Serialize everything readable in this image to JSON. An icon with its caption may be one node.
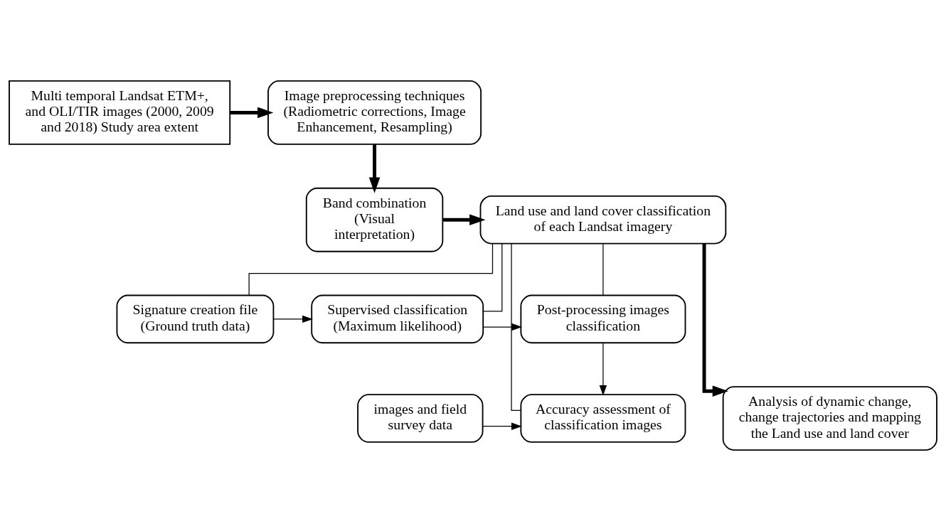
{
  "diagram": {
    "nodes": [
      {
        "text": [
          "Multi temporal Landsat ETM+, and OLI/TIR images (2000, 2009 and 2018) Study area extent"
        ]
      },
      {
        "text": [
          "Image preprocessing techniques (Radiometric corrections, Image Enhancement, Resampling)"
        ]
      },
      {
        "text": [
          "Band combination (Visual interpretation)"
        ]
      },
      {
        "text": [
          "Land use and land cover classification of each Landsat imagery"
        ]
      },
      {
        "text": [
          "Signature creation file (Ground truth data)"
        ]
      },
      {
        "text": [
          "Supervised classification (Maximum likelihood)"
        ]
      },
      {
        "text": [
          "Post-processing images classification"
        ]
      },
      {
        "text": [
          "Analysis of dynamic change, change trajectories and mapping the Land use and land cover"
        ]
      },
      {
        "text": [
          "images and field survey data"
        ]
      },
      {
        "text": [
          "Accuracy assessment of classification images"
        ]
      }
    ],
    "edges": [
      {
        "from": 0,
        "to": 1,
        "arrow": "to",
        "style": "thick"
      },
      {
        "from": 1,
        "to": 2,
        "arrow": "to",
        "style": "thick"
      },
      {
        "from": 2,
        "to": 3,
        "arrow": "to",
        "style": "thick"
      },
      {
        "from": 3,
        "to": 7,
        "arrow": "to",
        "style": "thick"
      },
      {
        "from": 3,
        "to": 4,
        "arrow": "none"
      },
      {
        "from": 3,
        "to": 5,
        "arrow": "none"
      },
      {
        "from": 3,
        "to": 6,
        "arrow": "none"
      },
      {
        "from": 3,
        "to": 9,
        "arrow": "none"
      },
      {
        "from": 4,
        "to": 5,
        "arrow": "to"
      },
      {
        "from": 5,
        "to": 6,
        "arrow": "to"
      },
      {
        "from": 6,
        "to": 9,
        "arrow": "to"
      },
      {
        "from": 8,
        "to": 9,
        "arrow": "to"
      }
    ]
  }
}
